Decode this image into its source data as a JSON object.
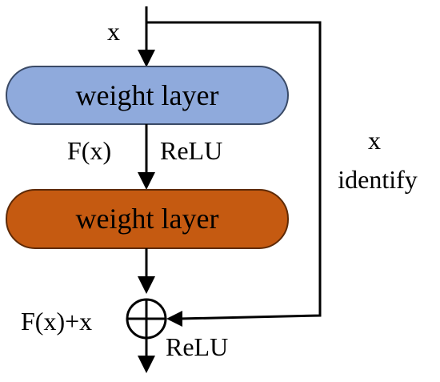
{
  "diagram": {
    "input_label": "x",
    "layer1": {
      "label": "weight layer",
      "fill": "#8faadc"
    },
    "layer2": {
      "label": "weight layer",
      "fill": "#c55a11"
    },
    "fx_label": "F(x)",
    "relu1_label": "ReLU",
    "skip_x_label": "x",
    "skip_identity_label": "identify",
    "sum_label": "F(x)+x",
    "relu2_label": "ReLU",
    "stroke_color": "#000000"
  }
}
